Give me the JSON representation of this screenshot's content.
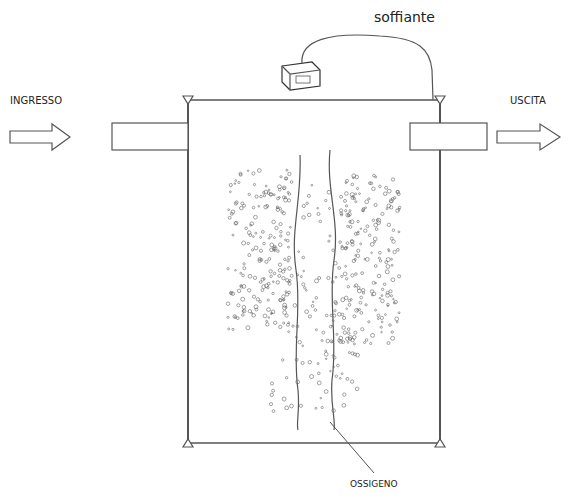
{
  "diagram": {
    "labels": [
      "soffiante",
      "INGRESSO",
      "USCITA",
      "OSSIGENO"
    ]
  }
}
